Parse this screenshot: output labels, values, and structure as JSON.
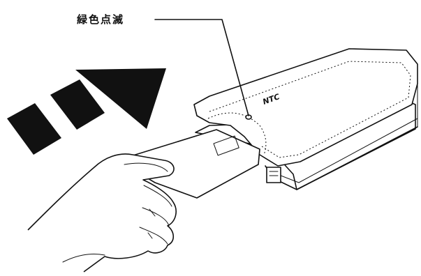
{
  "callout": {
    "label": "緑色点滅"
  },
  "device": {
    "logo": "NTC"
  },
  "arrows": {
    "direction": "insert-right-upward"
  }
}
